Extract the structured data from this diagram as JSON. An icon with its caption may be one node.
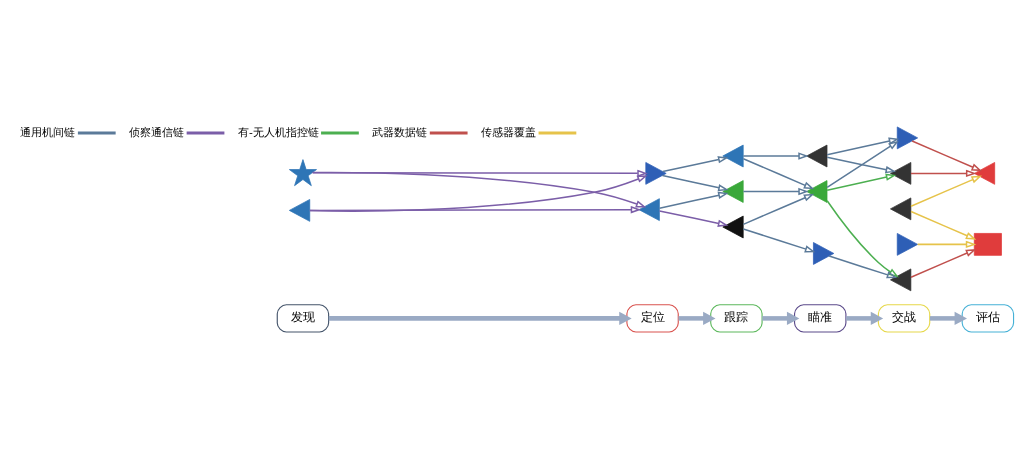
{
  "diagram": {
    "nodes": [
      {
        "text": [
          "发现"
        ]
      },
      {
        "text": [
          "定位"
        ]
      },
      {
        "text": [
          "跟踪"
        ]
      },
      {
        "text": [
          "瞄准"
        ]
      },
      {
        "text": [
          "交战"
        ]
      },
      {
        "text": [
          "评估"
        ]
      },
      {
        "text": [],
        "shape": "picture"
      },
      {
        "text": [],
        "shape": "picture"
      },
      {
        "text": [],
        "shape": "picture"
      },
      {
        "text": [],
        "shape": "picture"
      },
      {
        "text": [],
        "shape": "picture"
      },
      {
        "text": [],
        "shape": "picture"
      },
      {
        "text": [],
        "shape": "picture"
      },
      {
        "text": [],
        "shape": "picture"
      },
      {
        "text": [],
        "shape": "picture"
      },
      {
        "text": [],
        "shape": "picture"
      },
      {
        "text": [],
        "shape": "picture"
      },
      {
        "text": [],
        "shape": "picture"
      },
      {
        "text": [],
        "shape": "picture"
      },
      {
        "text": [],
        "shape": "picture"
      },
      {
        "text": [],
        "shape": "box"
      },
      {
        "text": [],
        "shape": "picture"
      },
      {
        "text": [],
        "shape": "picture"
      }
    ],
    "edges": [
      {
        "from": 0,
        "to": 1,
        "arrow": "to",
        "style": "thick",
        "color": "#9aaac4"
      },
      {
        "from": 1,
        "to": 2,
        "arrow": "to",
        "style": "thick",
        "color": "#9aaac4"
      },
      {
        "from": 2,
        "to": 3,
        "arrow": "to",
        "style": "thick",
        "color": "#9aaac4"
      },
      {
        "from": 3,
        "to": 4,
        "arrow": "to",
        "style": "thick",
        "color": "#9aaac4"
      },
      {
        "from": 4,
        "to": 5,
        "arrow": "to",
        "style": "thick",
        "color": "#9aaac4"
      },
      {
        "from": 6,
        "to": 8,
        "arrow": "to",
        "color": "#7b5ea8"
      },
      {
        "from": 6,
        "to": 9,
        "arrow": "to",
        "color": "#7b5ea8"
      },
      {
        "from": 7,
        "to": 8,
        "arrow": "to",
        "color": "#7b5ea8"
      },
      {
        "from": 7,
        "to": 9,
        "arrow": "to",
        "color": "#7b5ea8"
      },
      {
        "from": 8,
        "to": 10,
        "arrow": "to"
      },
      {
        "from": 8,
        "to": 11,
        "arrow": "to"
      },
      {
        "from": 9,
        "to": 11,
        "arrow": "to"
      },
      {
        "from": 9,
        "to": 12,
        "arrow": "to",
        "color": "#7b5ea8"
      },
      {
        "from": 10,
        "to": 13,
        "arrow": "to"
      },
      {
        "from": 10,
        "to": 14,
        "arrow": "to"
      },
      {
        "from": 11,
        "to": 14,
        "arrow": "to"
      },
      {
        "from": 12,
        "to": 14,
        "arrow": "to"
      },
      {
        "from": 12,
        "to": 15,
        "arrow": "to"
      },
      {
        "from": 13,
        "to": 16,
        "arrow": "to"
      },
      {
        "from": 13,
        "to": 17,
        "arrow": "to"
      },
      {
        "from": 14,
        "to": 16,
        "arrow": "to"
      },
      {
        "from": 14,
        "to": 17,
        "arrow": "to",
        "color": "#4caf50"
      },
      {
        "from": 14,
        "to": 18,
        "arrow": "to",
        "color": "#4caf50"
      },
      {
        "from": 15,
        "to": 18,
        "arrow": "to"
      },
      {
        "from": 16,
        "to": 19,
        "arrow": "to",
        "color": "#c0504d"
      },
      {
        "from": 17,
        "to": 19,
        "arrow": "to",
        "color": "#c0504d"
      },
      {
        "from": 18,
        "to": 20,
        "arrow": "to",
        "color": "#c0504d"
      },
      {
        "from": 21,
        "to": 19,
        "arrow": "to",
        "color": "#e6c34a"
      },
      {
        "from": 21,
        "to": 20,
        "arrow": "to",
        "color": "#e6c34a"
      },
      {
        "from": 22,
        "to": 20,
        "arrow": "to",
        "color": "#e6c34a"
      }
    ],
    "legend": [
      {
        "text": "通用机间链"
      },
      {
        "text": "侦察通信链"
      },
      {
        "text": "有-无人机指控链"
      },
      {
        "text": "武器数据链"
      },
      {
        "text": "传感器覆盖"
      }
    ]
  }
}
